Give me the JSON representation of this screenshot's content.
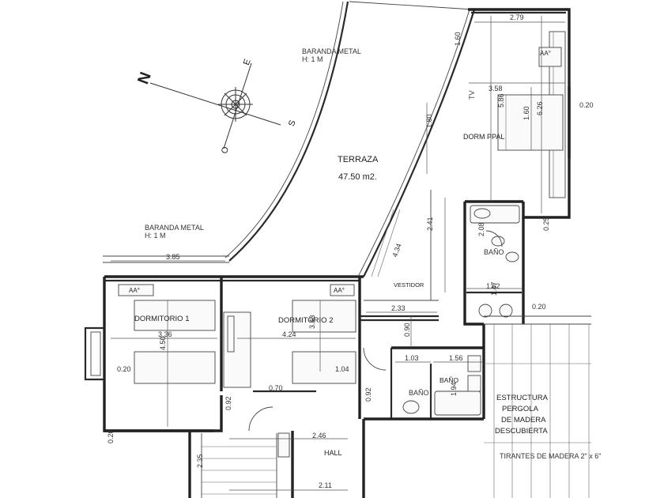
{
  "rooms": {
    "terraza": {
      "name": "TERRAZA",
      "area": "47.50 m2."
    },
    "dorm_ppal": {
      "name": "DORM PPAL"
    },
    "dormitorio1": {
      "name": "DORMITORIO 1"
    },
    "dormitorio2": {
      "name": "DORMITORIO 2"
    },
    "vestidor": {
      "name": "VESTIDOR"
    },
    "bano": {
      "name": "BAÑO"
    },
    "hall": {
      "name": "HALL"
    },
    "pergola": {
      "lines": [
        "ESTRUCTURA",
        "PERGOLA",
        "DE MADERA",
        "DESCUBIERTA"
      ]
    }
  },
  "notes": {
    "baranda_top": "BARANDA METAL",
    "baranda_top_h": "H: 1 M",
    "baranda_left": "BARANDA METAL",
    "baranda_left_h": "H: 1 M",
    "aa_ppal": "AA°",
    "aa_d1": "AA°",
    "aa_d2": "AA°",
    "priv_bano": "BAÑO",
    "small_bano": "BAÑO",
    "tirantes": "TIRANTES DE MADERA 2\" x 6\"",
    "tv": "TV"
  },
  "compass": {
    "n": "N",
    "e": "E",
    "s": "S",
    "o": "O"
  },
  "dimensions": {
    "d279": "2.79",
    "d160a": "1.60",
    "d358": "3.58",
    "d586": "5.86",
    "d626": "6.26",
    "d160b": "1.60",
    "d020a": "0.20",
    "d180": "1.80",
    "d241": "2.41",
    "d434": "4.34",
    "d233": "2.33",
    "d208": "2.08",
    "d025": "0.25",
    "d162": "1.62",
    "d147": "1.47",
    "d020b": "0.20",
    "d336": "3.36",
    "d450": "4.50",
    "d424": "4.24",
    "d343": "3.43",
    "d020c": "0.20",
    "d104": "1.04",
    "d070": "0.70",
    "d090": "0.90",
    "d103": "1.03",
    "d156": "1.56",
    "d194": "1.94",
    "d092a": "0.92",
    "d092b": "0.92",
    "d020d": "0.20",
    "d246": "2.46",
    "d235": "2.35",
    "d211": "2.11",
    "d385": "3.85"
  }
}
